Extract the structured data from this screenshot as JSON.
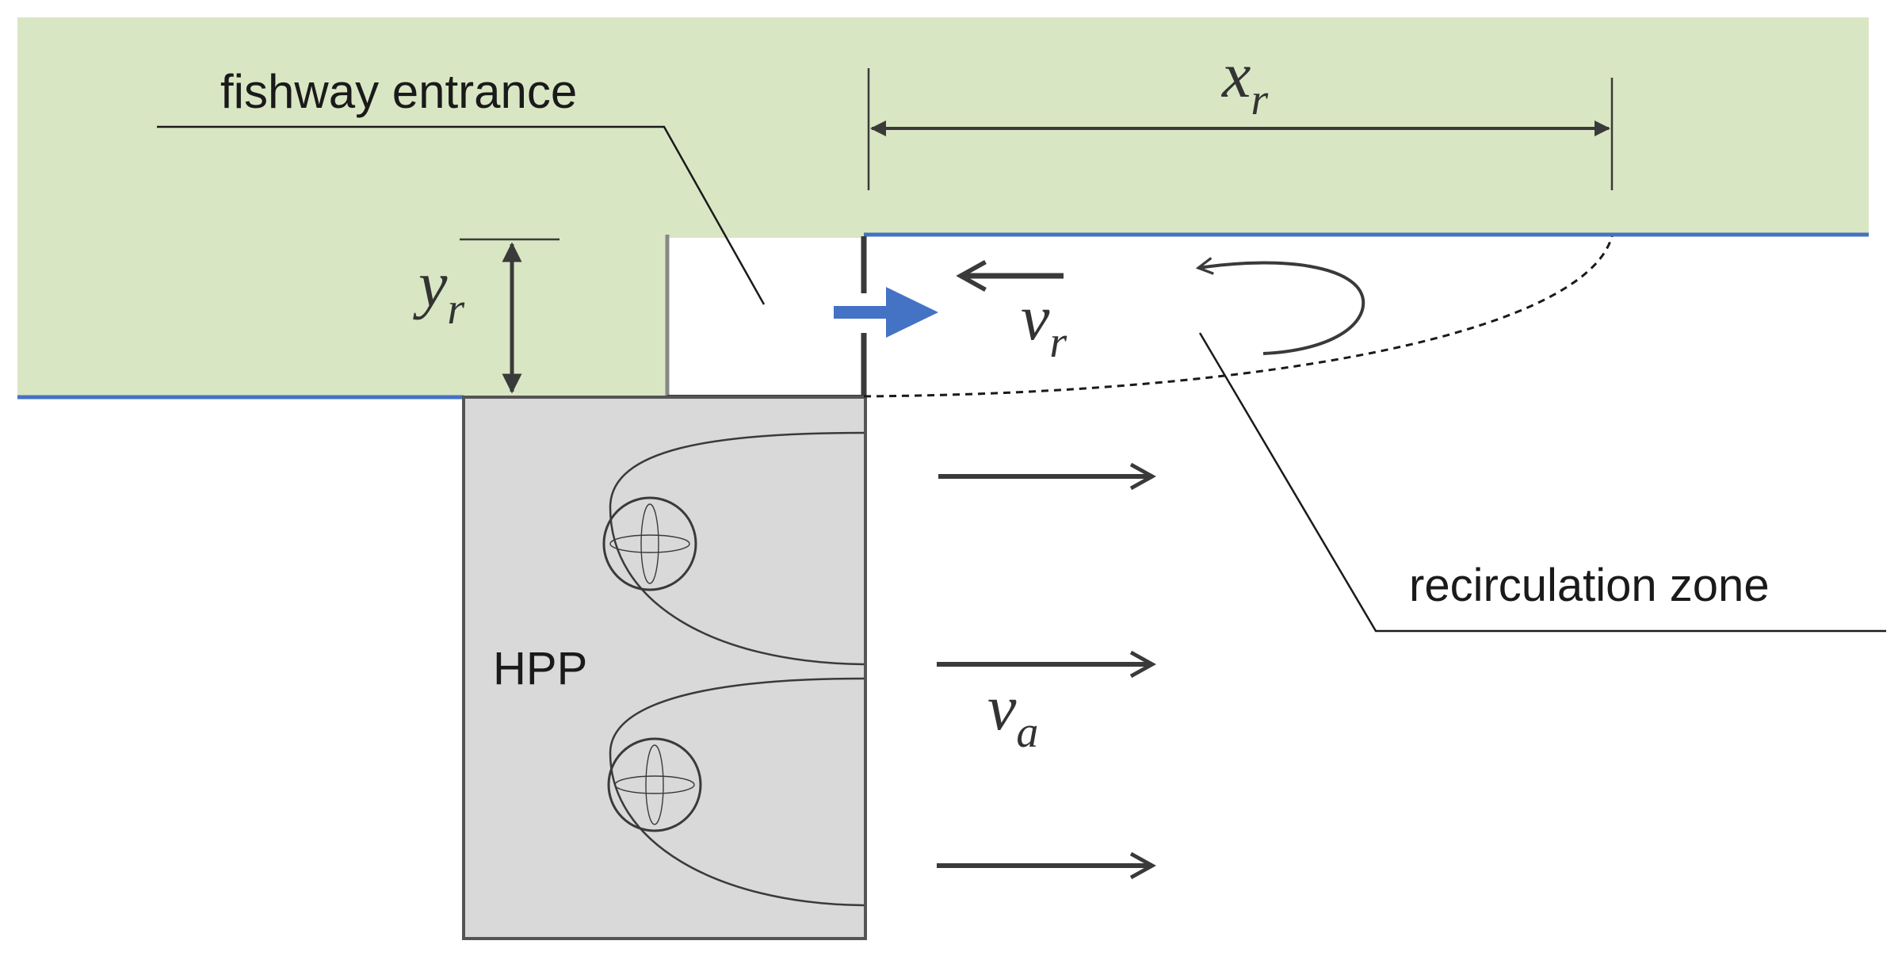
{
  "labels": {
    "fishway_entrance": "fishway entrance",
    "recirculation_zone": "recirculation zone",
    "hpp": "HPP"
  },
  "symbols": {
    "xr_main": "x",
    "xr_sub": "r",
    "yr_main": "y",
    "yr_sub": "r",
    "vr_main": "v",
    "vr_sub": "r",
    "va_main": "v",
    "va_sub": "a"
  },
  "colors": {
    "bank": "#d9e6c3",
    "water_edge": "#4472c4",
    "fishway_arrow": "#4472c4",
    "hpp_fill": "#d9d9d9",
    "ink": "#3a3a3a"
  }
}
